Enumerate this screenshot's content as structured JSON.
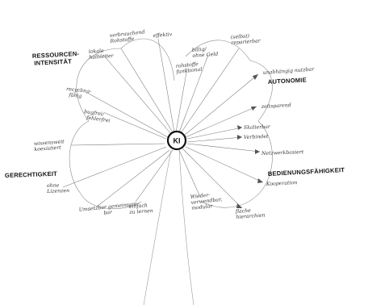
{
  "hub": {
    "label": "KI"
  },
  "labels": [
    {
      "id": "verbrauchend-rohstoffe",
      "lines": [
        "verbrauchend",
        "Rohstoffe"
      ],
      "kind": "normal"
    },
    {
      "id": "effektiv",
      "lines": [
        "effektiv"
      ],
      "kind": "normal"
    },
    {
      "id": "selbst-reparierbar",
      "lines": [
        "(selbst)",
        "reparierbar"
      ],
      "kind": "normal"
    },
    {
      "id": "lokale-halbleiter",
      "lines": [
        "lokale",
        "halbleiter"
      ],
      "kind": "normal"
    },
    {
      "id": "billig-ohne-geld",
      "lines": [
        "billig/",
        "ohne Geld"
      ],
      "kind": "normal"
    },
    {
      "id": "ressourcen-intensitaet",
      "lines": [
        "RESSOURCEN-",
        "INTENSITÄT"
      ],
      "kind": "strong"
    },
    {
      "id": "rohstoffe-funktional",
      "lines": [
        "rohstoffe",
        "funktional"
      ],
      "kind": "normal"
    },
    {
      "id": "unabhaengig-nutzbar",
      "lines": [
        "unabhängig nutzbar"
      ],
      "kind": "normal"
    },
    {
      "id": "autonomie",
      "lines": [
        "AUTONOMIE"
      ],
      "kind": "strong"
    },
    {
      "id": "recycling-faehig",
      "lines": [
        "recycling-",
        "fähig"
      ],
      "kind": "normal"
    },
    {
      "id": "zeitsparend",
      "lines": [
        "zeitsparend"
      ],
      "kind": "normal"
    },
    {
      "id": "bugfrei",
      "lines": [
        "bugfrei/",
        "fehlerfrei"
      ],
      "kind": "normal"
    },
    {
      "id": "skalierbar",
      "lines": [
        "Skalierbar"
      ],
      "kind": "normal"
    },
    {
      "id": "verbindet",
      "lines": [
        "Verbindet"
      ],
      "kind": "normal"
    },
    {
      "id": "wissensweit-koexistiert",
      "lines": [
        "wissensweit",
        "koexistiert"
      ],
      "kind": "normal"
    },
    {
      "id": "netzwerkbasiert",
      "lines": [
        "Netzwerkbasiert"
      ],
      "kind": "normal"
    },
    {
      "id": "gerechtigkeit",
      "lines": [
        "GERECHTIGKEIT"
      ],
      "kind": "strong"
    },
    {
      "id": "bedienungsfaehigkeit",
      "lines": [
        "BEDIENUNGSFÄHIGKEIT"
      ],
      "kind": "strong"
    },
    {
      "id": "ohne-lizenzen",
      "lines": [
        "ohne",
        "Lizenzen"
      ],
      "kind": "normal"
    },
    {
      "id": "kooperation",
      "lines": [
        "Kooperation"
      ],
      "kind": "normal"
    },
    {
      "id": "wiederverwendbar",
      "lines": [
        "Wieder-",
        "verwendbar,",
        "modular"
      ],
      "kind": "normal"
    },
    {
      "id": "umsetzbar",
      "lines": [
        "Umsetzbar gemeinsam-",
        "bar"
      ],
      "kind": "normal"
    },
    {
      "id": "einfach-zu-lernen",
      "lines": [
        "einfach",
        "zu lernen"
      ],
      "kind": "normal"
    },
    {
      "id": "flache-hierarchien",
      "lines": [
        "flache",
        "hierarchien"
      ],
      "kind": "normal"
    }
  ]
}
